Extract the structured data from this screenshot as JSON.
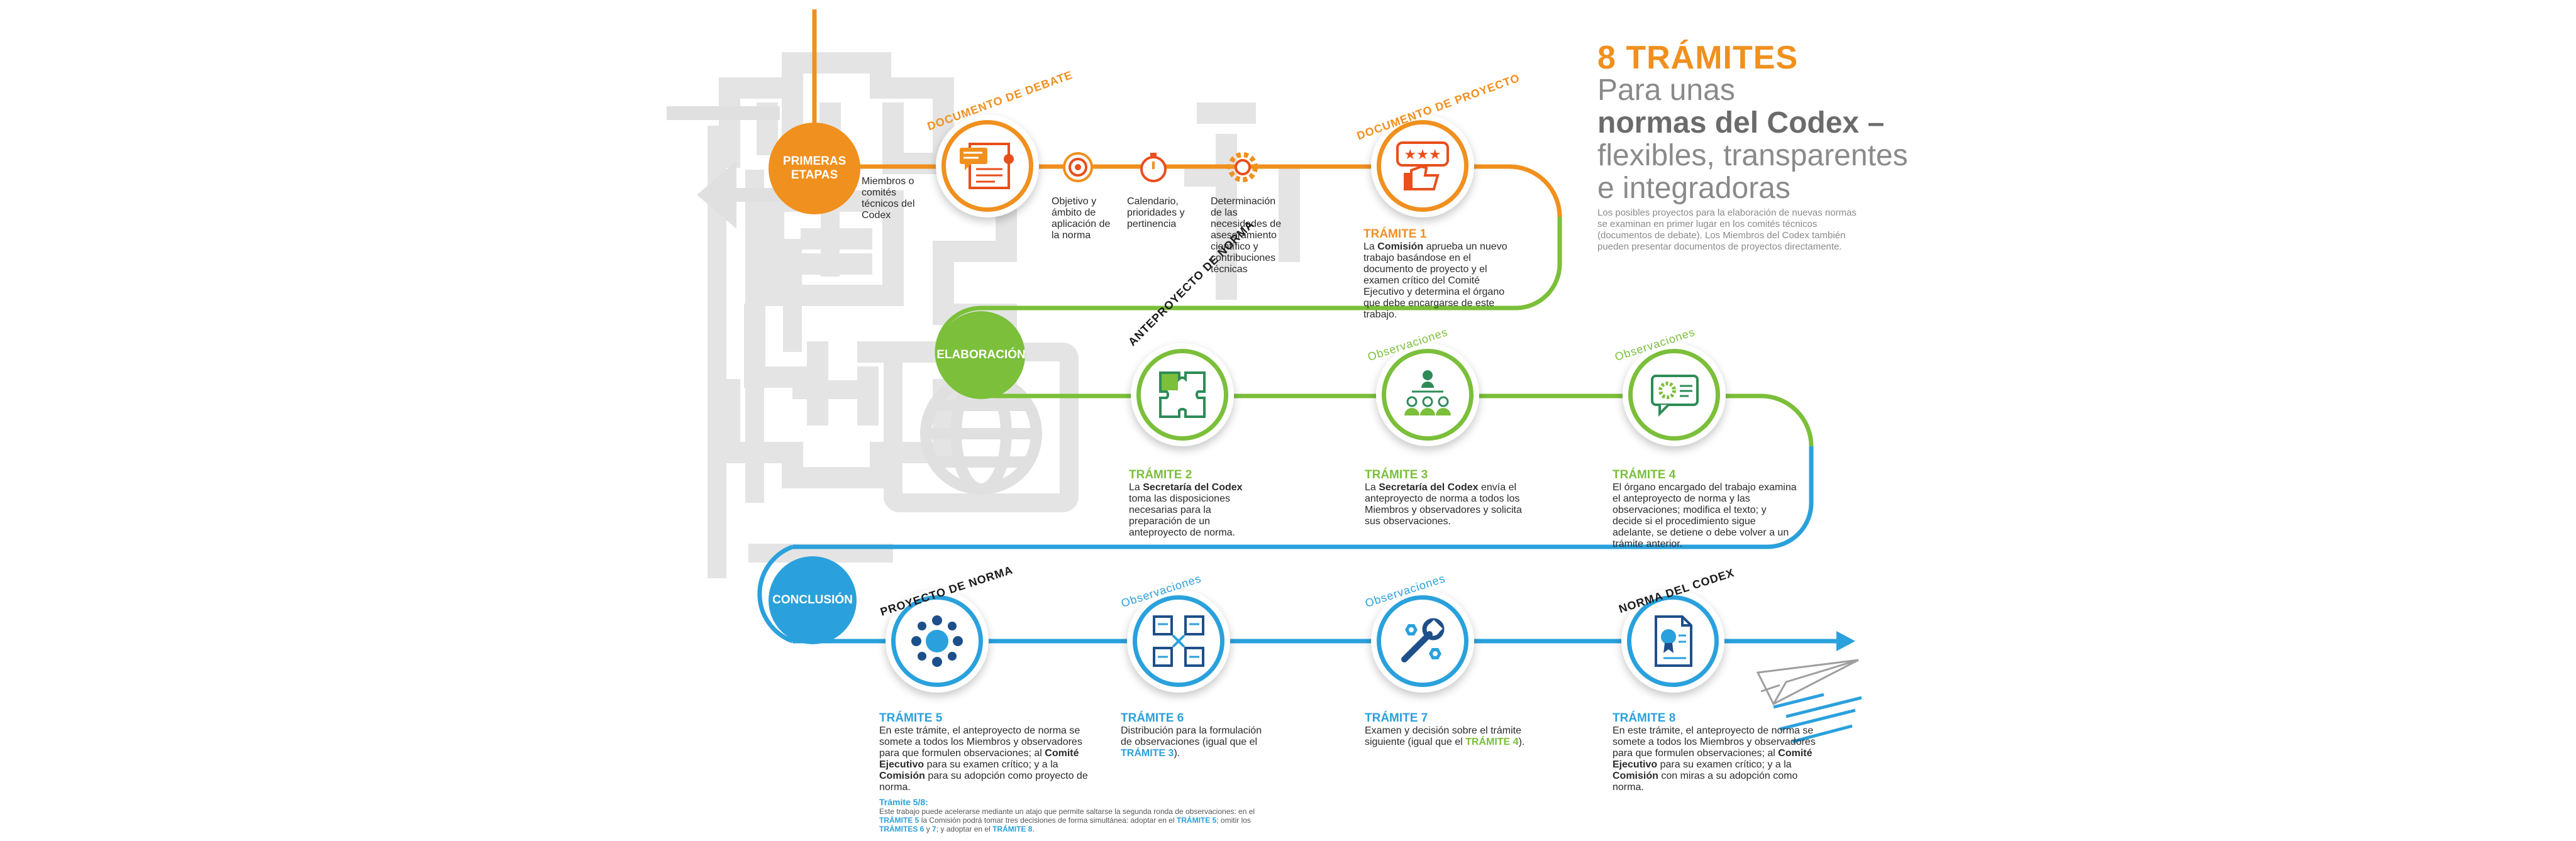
{
  "header": {
    "count": "8 TRÁMITES",
    "line1": "Para unas",
    "line2": "normas del Codex –",
    "line3": "flexibles, transparentes",
    "line4": "e integradoras",
    "intro": "Los posibles proyectos para la elaboración de nuevas normas se examinan en primer lugar en los comités técnicos (documentos de debate). Los Miembros del Codex también pueden presentar documentos de proyectos directamente."
  },
  "colors": {
    "orange": "#f0901e",
    "green": "#7bbf3a",
    "blue": "#2aa1dc",
    "gray": "#e0e0e0"
  },
  "stages": {
    "early": "PRIMERAS ETAPAS",
    "elaboration": "ELABORACIÓN",
    "conclusion": "CONCLUSIÓN"
  },
  "early": {
    "members_text": "Miembros o comités técnicos del Codex",
    "discussion_doc_label": "DOCUMENTO DE DEBATE",
    "objective_text": "Objetivo y ámbito de aplicación de la norma",
    "calendar_text": "Calendario, prioridades y pertinencia",
    "needs_text": "Determinación de las necesidades de asesoramiento científico y contribuciones técnicas",
    "project_doc_label": "DOCUMENTO DE PROYECTO"
  },
  "step1": {
    "title": "TRÁMITE 1",
    "lead": "La",
    "actor": "Comisión",
    "text": "aprueba un nuevo trabajo basándose en el documento de proyecto y el examen crítico del Comité Ejecutivo y determina el órgano que debe encargarse de este trabajo."
  },
  "step2": {
    "label": "ANTEPROYECTO DE NORMA",
    "title": "TRÁMITE 2",
    "lead": "La",
    "actor": "Secretaría del Codex",
    "text": "toma las disposiciones necesarias para la preparación de un anteproyecto de norma."
  },
  "step3": {
    "label": "Observaciones",
    "title": "TRÁMITE 3",
    "lead": "La",
    "actor": "Secretaría del Codex",
    "text": "envía el anteproyecto de norma a todos los Miembros y observadores y solicita sus observaciones."
  },
  "step4": {
    "label": "Observaciones",
    "title": "TRÁMITE 4",
    "text": "El órgano encargado del trabajo examina el anteproyecto de norma y las observaciones; modifica el texto; y decide si el procedimiento sigue adelante, se detiene o debe volver a un trámite anterior."
  },
  "step5": {
    "label": "PROYECTO DE NORMA",
    "title": "TRÁMITE 5",
    "text_a": "En este trámite, el anteproyecto de norma se somete a todos los Miembros y observadores para que formulen observaciones; al",
    "actor_a": "Comité Ejecutivo",
    "text_b": "para su examen crítico; y a la",
    "actor_b": "Comisión",
    "text_c": "para su adopción como proyecto de norma."
  },
  "step58": {
    "title": "Trámite 5/8:",
    "text_a": "Este trabajo puede acelerarse mediante un atajo que permite saltarse la segunda ronda de observaciones: en el",
    "ref_a": "TRÁMITE 5",
    "text_b": "la Comisión podrá tomar tres decisiones de forma simultánea: adoptar en el",
    "ref_b": "TRÁMITE 5",
    "text_c": "; omitir los",
    "ref_c": "TRÁMITES 6",
    "text_d": "y",
    "ref_d": "7",
    "text_e": "; y adoptar en el",
    "ref_e": "TRÁMITE 8",
    "text_f": "."
  },
  "step6": {
    "label": "Observaciones",
    "title": "TRÁMITE 6",
    "text": "Distribución para la formulación de observaciones (igual que el",
    "ref": "TRÁMITE 3",
    "end": ")."
  },
  "step7": {
    "label": "Observaciones",
    "title": "TRÁMITE 7",
    "text": "Examen y decisión sobre el trámite siguiente (igual que el",
    "ref": "TRÁMITE 4",
    "end": ")."
  },
  "step8": {
    "label": "NORMA DEL CODEX",
    "title": "TRÁMITE 8",
    "text_a": "En este trámite, el anteproyecto de norma se somete a todos los Miembros y observadores para que formulen observaciones; al",
    "actor_a": "Comité Ejecutivo",
    "text_b": "para su examen crítico; y a la",
    "actor_b": "Comisión",
    "text_c": "con miras a su adopción como norma."
  }
}
